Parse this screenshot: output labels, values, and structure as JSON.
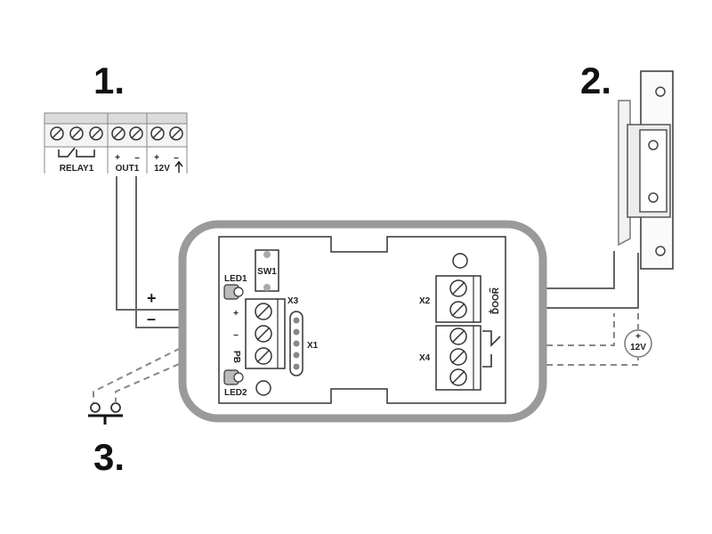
{
  "callouts": {
    "one": "1.",
    "two": "2.",
    "three": "3."
  },
  "controller": {
    "relay_label": "RELAY1",
    "out_label": "OUT1",
    "v12_label": "12V",
    "out_plus": "+",
    "out_minus": "–",
    "v12_plus": "+",
    "v12_minus": "–"
  },
  "module": {
    "led1": "LED1",
    "led2": "LED2",
    "sw1": "SW1",
    "x1": "X1",
    "x2": "X2",
    "x3": "X3",
    "x4": "X4",
    "door": "DOOR",
    "pb": "PB",
    "x3_plus": "+",
    "x3_minus": "–",
    "door_plus": "+",
    "door_minus": "–"
  },
  "wires": {
    "plus_sign": "+",
    "minus_sign": "–"
  },
  "power_supply": {
    "label": "12V",
    "plus": "+"
  }
}
